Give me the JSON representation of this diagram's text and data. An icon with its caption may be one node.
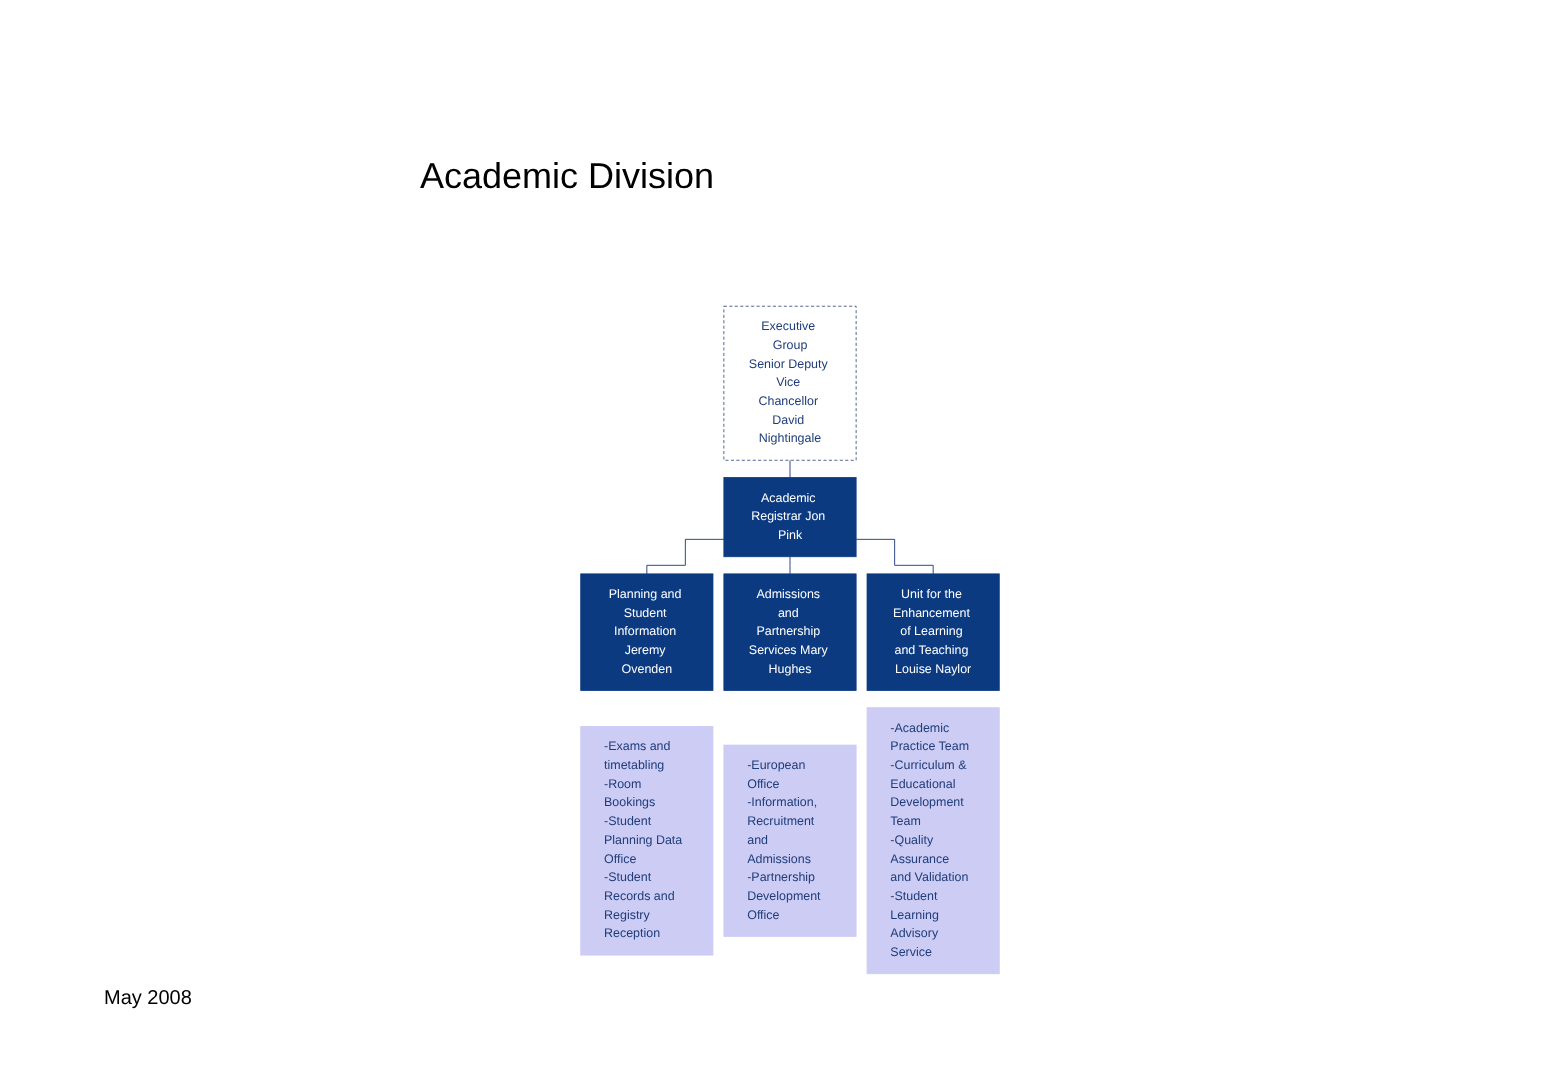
{
  "diagram": {
    "title": "Academic Division",
    "nodes": [
      {
        "text": [
          "Executive Group",
          "Senior Deputy Vice Chancellor David Nightingale"
        ]
      },
      {
        "text": [
          "Academic Registrar Jon Pink"
        ]
      },
      {
        "text": [
          "Planning and Student Information Jeremy Ovenden"
        ]
      },
      {
        "text": [
          "Admissions and Partnership Services Mary Hughes"
        ]
      },
      {
        "text": [
          "Unit for the Enhancement of Learning and Teaching Louise Naylor"
        ]
      },
      {
        "text": [
          "-Exams and timetabling",
          "-Room Bookings",
          "-Student Planning Data Office",
          "-Student Records and Registry Reception"
        ]
      },
      {
        "text": [
          "-European Office",
          "-Information, Recruitment and Admissions",
          "-Partnership Development Office"
        ]
      },
      {
        "text": [
          "-Academic Practice Team",
          "-Curriculum & Educational Development Team",
          "-Quality Assurance and Validation",
          "-Student Learning Advisory Service"
        ]
      }
    ],
    "edges": [
      {
        "from": 0,
        "to": 1,
        "arrow": "none"
      },
      {
        "from": 1,
        "to": 2,
        "arrow": "none"
      },
      {
        "from": 1,
        "to": 3,
        "arrow": "none"
      },
      {
        "from": 1,
        "to": 4,
        "arrow": "none"
      }
    ],
    "labels": [
      "May 2008"
    ]
  }
}
